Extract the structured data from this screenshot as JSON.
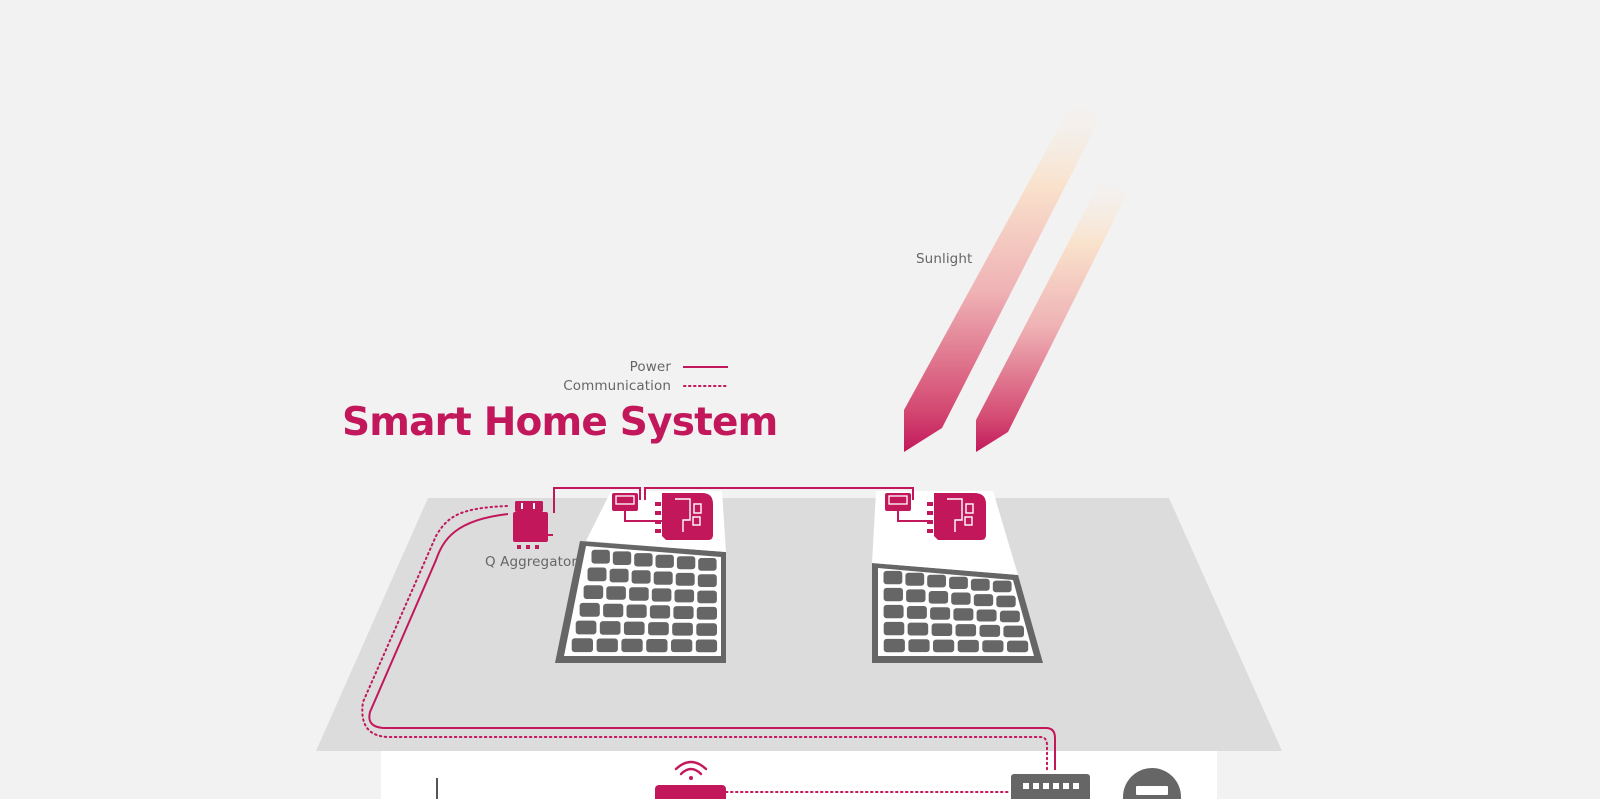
{
  "title": "Smart Home System",
  "legend": {
    "power_label": "Power",
    "communication_label": "Communication"
  },
  "labels": {
    "sunlight": "Sunlight",
    "q_aggregator": "Q Aggregator"
  },
  "colors": {
    "accent": "#c2185b",
    "background": "#f2f2f2",
    "roof": "#dcdcdd",
    "panel_cell": "#666666",
    "house_wall": "#ffffff",
    "label_text": "#666666"
  },
  "icons": {
    "solar_panel": "solar-panel-icon",
    "microinverter": "microinverter-icon",
    "aggregator": "aggregator-icon",
    "router": "router-icon",
    "wifi": "wifi-icon",
    "meter": "meter-icon",
    "antenna": "antenna-icon"
  }
}
